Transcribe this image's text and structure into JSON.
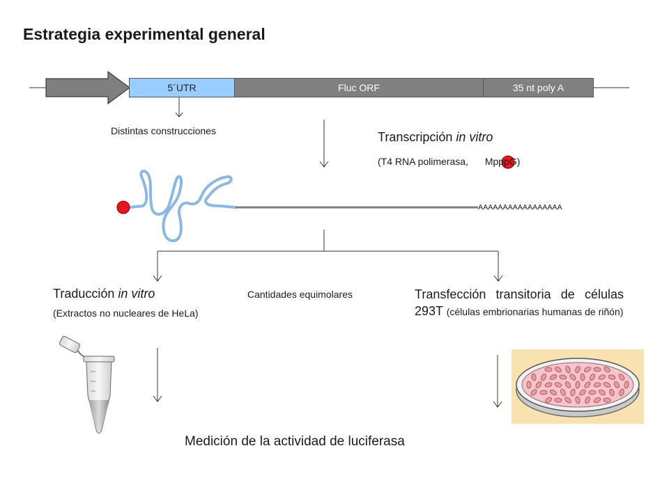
{
  "title": "Estrategia experimental general",
  "construct": {
    "segments": [
      {
        "label": "5´UTR",
        "color": "#99ccff"
      },
      {
        "label": "Fluc ORF",
        "color": "#808080"
      },
      {
        "label": "35 nt poly A",
        "color": "#808080"
      }
    ],
    "note": "Distintas construcciones"
  },
  "transcription": {
    "title_prefix": "Transcripción ",
    "title_italic": "in vitro",
    "detail_prefix": "(T4 RNA polimerasa,",
    "detail_suffix": "MpppG)"
  },
  "mrna": {
    "polya_sequence": "AAAAAAAAAAAAAAAAA",
    "cap_color": "#e8151b",
    "utr_color": "#8ab8e6",
    "orf_color": "#7f7f7f"
  },
  "branches": {
    "center_label": "Cantidades equimolares",
    "translation": {
      "title_prefix": "Traducción ",
      "title_italic": "in vitro",
      "detail": "(Extractos no nucleares de HeLa)"
    },
    "transfection": {
      "title": "Transfección transitoria de células 293T",
      "detail": "(células embrionarias humanas de riñón)"
    }
  },
  "result": "Medición de la actividad de luciferasa"
}
